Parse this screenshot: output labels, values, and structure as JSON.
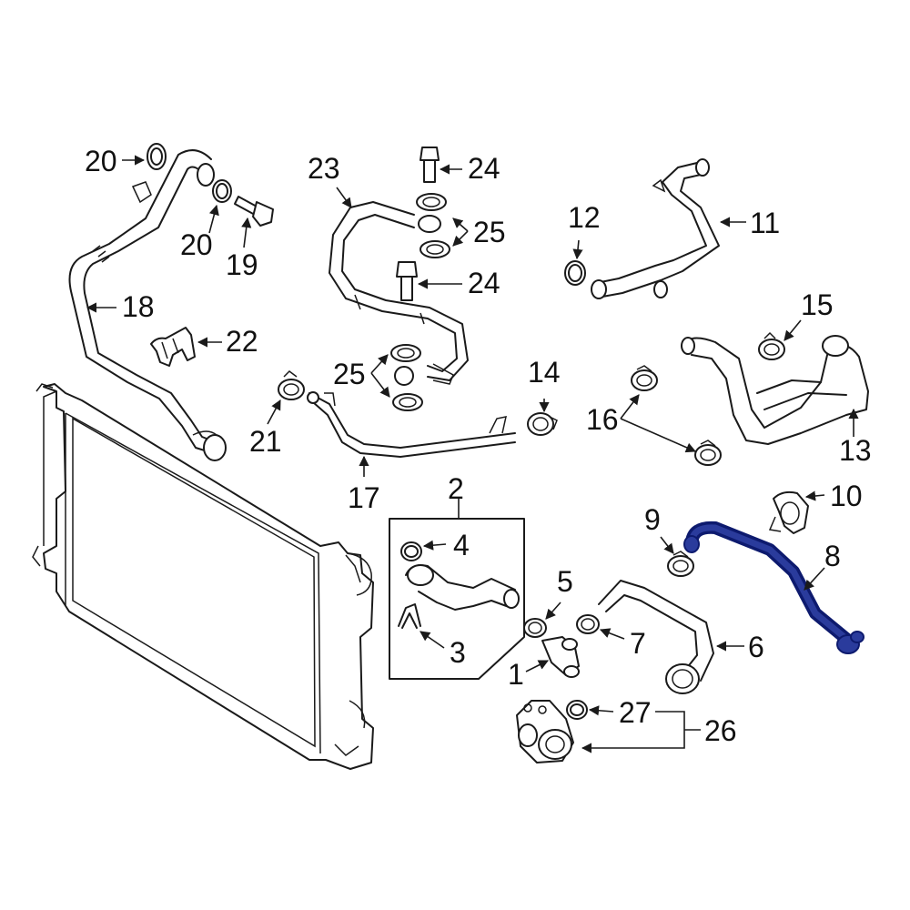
{
  "diagram": {
    "highlight_color": "#2a3b9c",
    "highlight_dark": "#0d1a6e",
    "line_color": "#1a1a1a",
    "callouts": {
      "c1": "1",
      "c2": "2",
      "c3": "3",
      "c4": "4",
      "c5": "5",
      "c6": "6",
      "c7": "7",
      "c8": "8",
      "c9": "9",
      "c10": "10",
      "c11": "11",
      "c12": "12",
      "c13": "13",
      "c14": "14",
      "c15": "15",
      "c16": "16",
      "c17": "17",
      "c18": "18",
      "c19": "19",
      "c20a": "20",
      "c20b": "20",
      "c21": "21",
      "c22": "22",
      "c23": "23",
      "c24a": "24",
      "c24b": "24",
      "c25a": "25",
      "c25b": "25",
      "c26": "26",
      "c27": "27"
    }
  }
}
